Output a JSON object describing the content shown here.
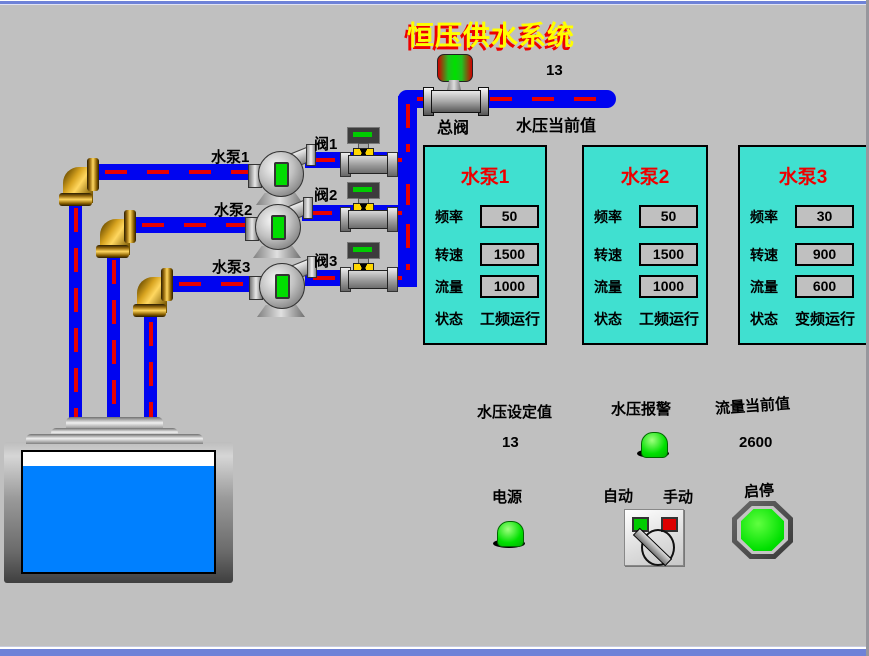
{
  "title": "恒压供水系统",
  "top_section": {
    "current_pressure_value": "13",
    "main_valve_label": "总阀",
    "current_pressure_label": "水压当前值"
  },
  "equipment_labels": {
    "pump1": "水泵1",
    "pump2": "水泵2",
    "pump3": "水泵3",
    "valve1": "阀1",
    "valve2": "阀2",
    "valve3": "阀3"
  },
  "panels": [
    {
      "title": "水泵1",
      "rows": [
        {
          "label": "频率",
          "value": "50"
        },
        {
          "label": "转速",
          "value": "1500"
        },
        {
          "label": "流量",
          "value": "1000"
        }
      ],
      "status_label": "状态",
      "status_value": "工频运行"
    },
    {
      "title": "水泵2",
      "rows": [
        {
          "label": "频率",
          "value": "50"
        },
        {
          "label": "转速",
          "value": "1500"
        },
        {
          "label": "流量",
          "value": "1000"
        }
      ],
      "status_label": "状态",
      "status_value": "工频运行"
    },
    {
      "title": "水泵3",
      "rows": [
        {
          "label": "频率",
          "value": "30"
        },
        {
          "label": "转速",
          "value": "900"
        },
        {
          "label": "流量",
          "value": "600"
        }
      ],
      "status_label": "状态",
      "status_value": "变频运行"
    }
  ],
  "bottom_section": {
    "pressure_set_label": "水压设定值",
    "pressure_set_value": "13",
    "pressure_alarm_label": "水压报警",
    "flow_current_label": "流量当前值",
    "flow_current_value": "2600",
    "power_label": "电源",
    "auto_label": "自动",
    "manual_label": "手动",
    "start_stop_label": "启停"
  },
  "colors": {
    "background": "#c0c0c0",
    "pipe_blue": "#0004f0",
    "flow_dash_red": "#e80000",
    "panel_cyan": "#40e0d0",
    "title_yellow": "#ffff00",
    "title_shadow_red": "#ee0000",
    "indicator_green": "#00dd00",
    "switch_red": "#dd0000",
    "water_blue": "#0080ff"
  }
}
